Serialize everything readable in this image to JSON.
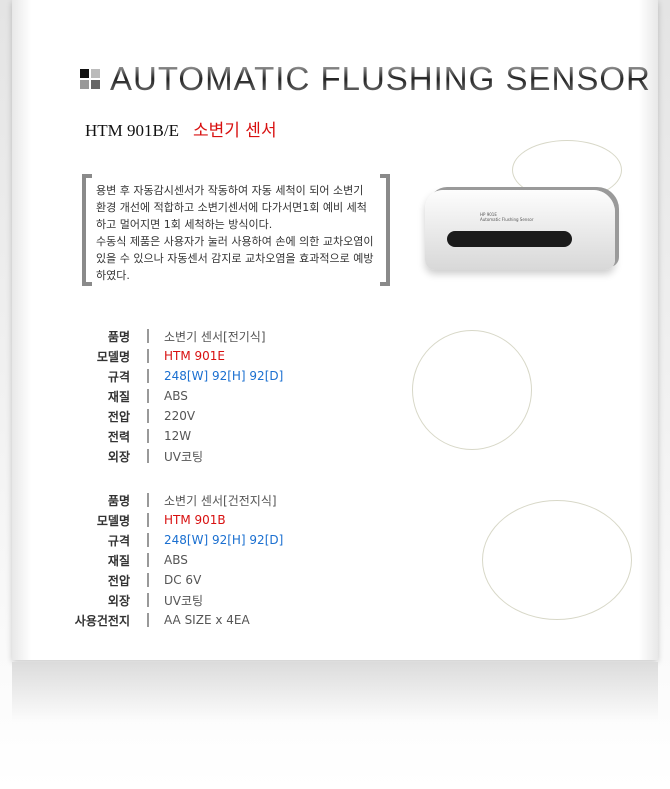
{
  "header": {
    "title": "AUTOMATIC FLUSHING SENSOR",
    "model": "HTM 901B/E",
    "product_name": "소변기 센서"
  },
  "description": [
    "용변 후 자동감시센서가 작동하여 자동 세척이 되어 소변기 환경 개선에 적합하고 소변기센서에 다가서면1회 예비 세척 하고 멀어지면 1회 세척하는 방식이다.",
    "수동식 제품은 사용자가 눌러 사용하여 손에 의한 교차오염이 있을 수 있으나 자동센서 감지로 교차오염을 효과적으로 예방하였다."
  ],
  "product_image": {
    "label_line1": "HP 901E",
    "label_line2": "Automatic Flushing Sensor"
  },
  "spec1": [
    {
      "label": "품명",
      "value": "소변기 센서[전기식]"
    },
    {
      "label": "모델명",
      "value": "HTM 901E"
    },
    {
      "label": "규격",
      "value": "248[W] 92[H] 92[D]"
    },
    {
      "label": "재질",
      "value": "ABS"
    },
    {
      "label": "전압",
      "value": "220V"
    },
    {
      "label": "전력",
      "value": "12W"
    },
    {
      "label": "외장",
      "value": "UV코팅"
    }
  ],
  "spec2": [
    {
      "label": "품명",
      "value": "소변기 센서[건전지식]"
    },
    {
      "label": "모델명",
      "value": "HTM 901B"
    },
    {
      "label": "규격",
      "value": "248[W] 92[H] 92[D]"
    },
    {
      "label": "재질",
      "value": "ABS"
    },
    {
      "label": "전압",
      "value": "DC 6V"
    },
    {
      "label": "외장",
      "value": "UV코팅"
    },
    {
      "label": "사용건전지",
      "value": "AA SIZE x 4EA"
    }
  ],
  "colors": {
    "accent_red": "#d81010",
    "spec_blue": "#1a6fd0"
  }
}
